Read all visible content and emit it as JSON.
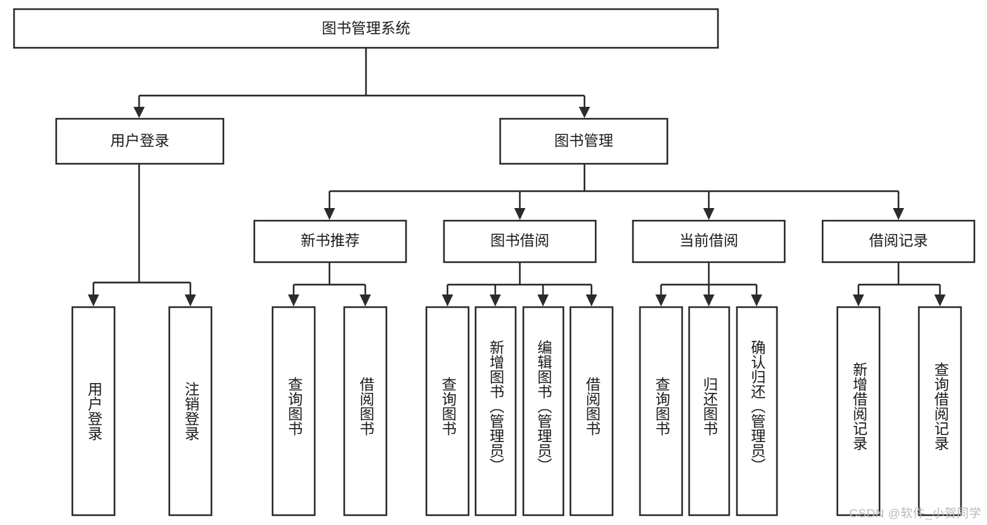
{
  "diagram": {
    "type": "tree-hierarchy",
    "title": "图书管理系统",
    "watermark": "CSDN @软件_小贺同学",
    "colors": {
      "box_fill": "#ffffff",
      "box_stroke": "#2b2b2b",
      "text": "#1a1a1a",
      "watermark": "#b9b9b9",
      "background": "#ffffff"
    },
    "levels": {
      "root": {
        "label": "图书管理系统"
      },
      "level2": [
        {
          "id": "user-login",
          "label": "用户登录"
        },
        {
          "id": "book-management",
          "label": "图书管理"
        }
      ],
      "level3": [
        {
          "id": "new-book-recommend",
          "label": "新书推荐",
          "parent": "book-management"
        },
        {
          "id": "book-borrow",
          "label": "图书借阅",
          "parent": "book-management"
        },
        {
          "id": "current-borrow",
          "label": "当前借阅",
          "parent": "book-management"
        },
        {
          "id": "borrow-record",
          "label": "借阅记录",
          "parent": "book-management"
        }
      ],
      "leaves": [
        {
          "id": "leaf-user-login",
          "label": "用户登录",
          "parent": "user-login"
        },
        {
          "id": "leaf-user-logout",
          "label": "注销登录",
          "parent": "user-login"
        },
        {
          "id": "leaf-query-book-1",
          "label": "查询图书",
          "parent": "new-book-recommend"
        },
        {
          "id": "leaf-borrow-book-1",
          "label": "借阅图书",
          "parent": "new-book-recommend"
        },
        {
          "id": "leaf-query-book-2",
          "label": "查询图书",
          "parent": "book-borrow"
        },
        {
          "id": "leaf-add-book",
          "label": "新增图书（管理员）",
          "parent": "book-borrow"
        },
        {
          "id": "leaf-edit-book",
          "label": "编辑图书（管理员）",
          "parent": "book-borrow"
        },
        {
          "id": "leaf-borrow-book-2",
          "label": "借阅图书",
          "parent": "book-borrow"
        },
        {
          "id": "leaf-query-book-3",
          "label": "查询图书",
          "parent": "current-borrow"
        },
        {
          "id": "leaf-return-book",
          "label": "归还图书",
          "parent": "current-borrow"
        },
        {
          "id": "leaf-confirm-return",
          "label": "确认归还（管理员）",
          "parent": "current-borrow"
        },
        {
          "id": "leaf-add-record",
          "label": "新增借阅记录",
          "parent": "borrow-record"
        },
        {
          "id": "leaf-query-record",
          "label": "查询借阅记录",
          "parent": "borrow-record"
        }
      ]
    }
  }
}
